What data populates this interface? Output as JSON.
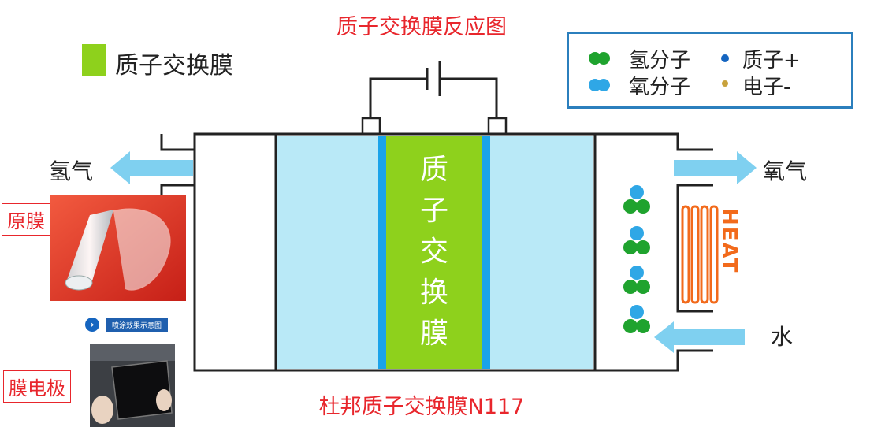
{
  "title": "质子交换膜反应图",
  "bottom_title": "杜邦质子交换膜N117",
  "legend_label": "质子交换膜",
  "key": {
    "hydrogen_molecule": "氢分子",
    "proton": "质子+",
    "oxygen_molecule": "氧分子",
    "electron": "电子-"
  },
  "labels": {
    "hydrogen_gas": "氢气",
    "oxygen_gas": "氧气",
    "water": "水",
    "heat": "HEAT",
    "membrane_vertical": [
      "质",
      "子",
      "交",
      "换",
      "膜"
    ]
  },
  "photos": {
    "raw_film_label": "原膜",
    "spray_caption": "喷涂效果示意图",
    "membrane_electrode_label": "膜电极"
  },
  "colors": {
    "title_red": "#e8262c",
    "membrane_green": "#8ed11c",
    "electrode_blue": "#1aa3ea",
    "chamber_light_blue": "#b9e9f7",
    "arrow_blue": "#7fd0f0",
    "hydrogen_green": "#1fa32e",
    "oxygen_blue": "#2fa7e6",
    "heat_orange": "#f26a1b",
    "electron_gold": "#c8a23c"
  }
}
